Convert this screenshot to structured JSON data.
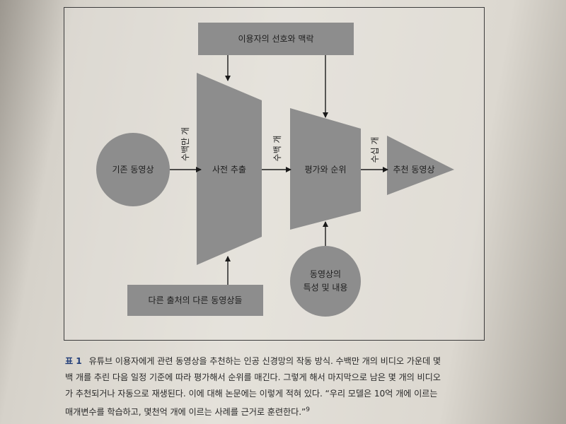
{
  "diagram": {
    "top_box": "이용자의 선호와 맥락",
    "bottom_box": "다른 출처의 다른 동영상들",
    "circle_existing": "기존 동영상",
    "stage_candidate": "사전 추출",
    "stage_ranking": "평가와 순위",
    "output": "추천 동영상",
    "circle_features_line1": "동영상의",
    "circle_features_line2": "특성 및 내용",
    "edge_millions": "수백만 개",
    "edge_hundreds": "수백 개",
    "edge_dozens": "수십 개"
  },
  "caption": {
    "label": "표 1",
    "line1": "유튜브 이용자에게 관련 동영상을 추천하는 인공 신경망의 작동 방식. 수백만 개의 비디오 가운데 몇",
    "line2": "백 개를 추린 다음 일정 기준에 따라 평가해서 순위를 매긴다. 그렇게 해서 마지막으로 남은 몇 개의 비디오",
    "line3": "가 추천되거나 자동으로 재생된다. 이에 대해 논문에는 이렇게 적혀 있다. “우리 모델은 10억 개에 이르는",
    "line4": "매개변수를 학습하고, 몇천억 개에 이르는 사례를 근거로 훈련한다.”",
    "footnote": "9"
  },
  "colors": {
    "shape_fill": "#8d8d8d",
    "arrow": "#1a1a1a",
    "caption_label": "#233f7a"
  }
}
